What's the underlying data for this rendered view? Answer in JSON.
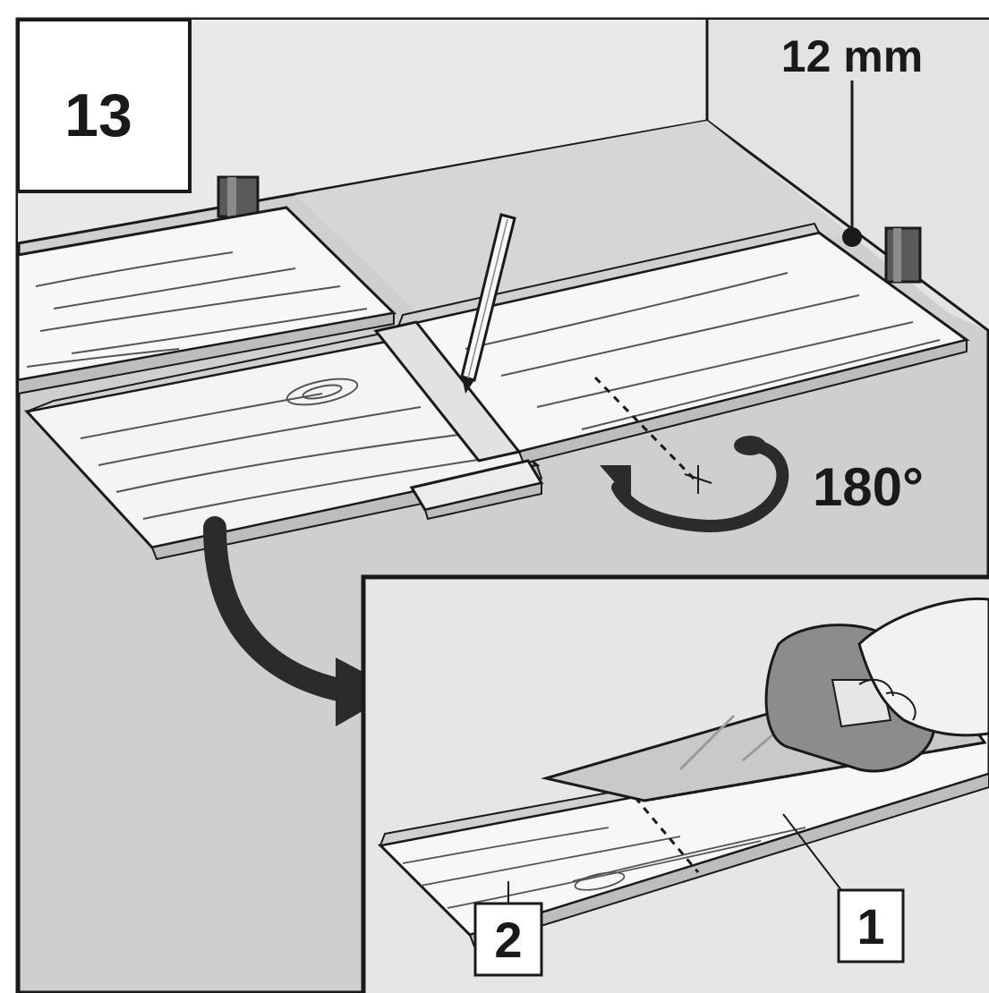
{
  "step": {
    "number": "13"
  },
  "labels": {
    "gap": "12 mm",
    "rotation": "180°",
    "part_1": "1",
    "part_2": "2"
  },
  "colors": {
    "background": "#ffffff",
    "wall": "#e9e9e9",
    "floor": "#cfcfcf",
    "board": "#f7f7f7",
    "outline": "#1a1a1a",
    "arrow": "#2b2b2b"
  }
}
